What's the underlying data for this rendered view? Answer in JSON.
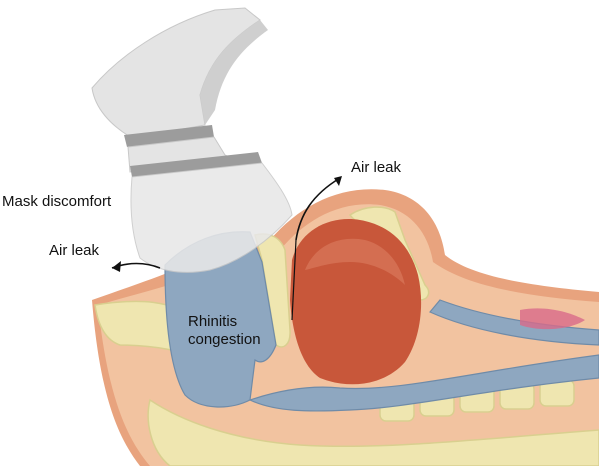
{
  "labels": {
    "mask_discomfort": "Mask discomfort",
    "air_leak_left": "Air leak",
    "air_leak_top": "Air leak",
    "rhinitis_line1": "Rhinitis",
    "rhinitis_line2": "congestion"
  },
  "colors": {
    "skin": "#e8a37e",
    "skin_light": "#f2c3a0",
    "bone": "#efe6b0",
    "bone_dark": "#d9cf8f",
    "cavity_blue": "#8ea7c0",
    "cavity_blue_dark": "#6f8ba8",
    "tongue": "#c8573a",
    "tongue_light": "#d8775b",
    "mask_white": "#e4e4e4",
    "mask_shadow": "#b9b9b9",
    "mask_band": "#9c9c9c",
    "text": "#111111"
  },
  "icons": [
    "arrow-air-leak-left-icon",
    "arrow-air-leak-top-icon"
  ]
}
